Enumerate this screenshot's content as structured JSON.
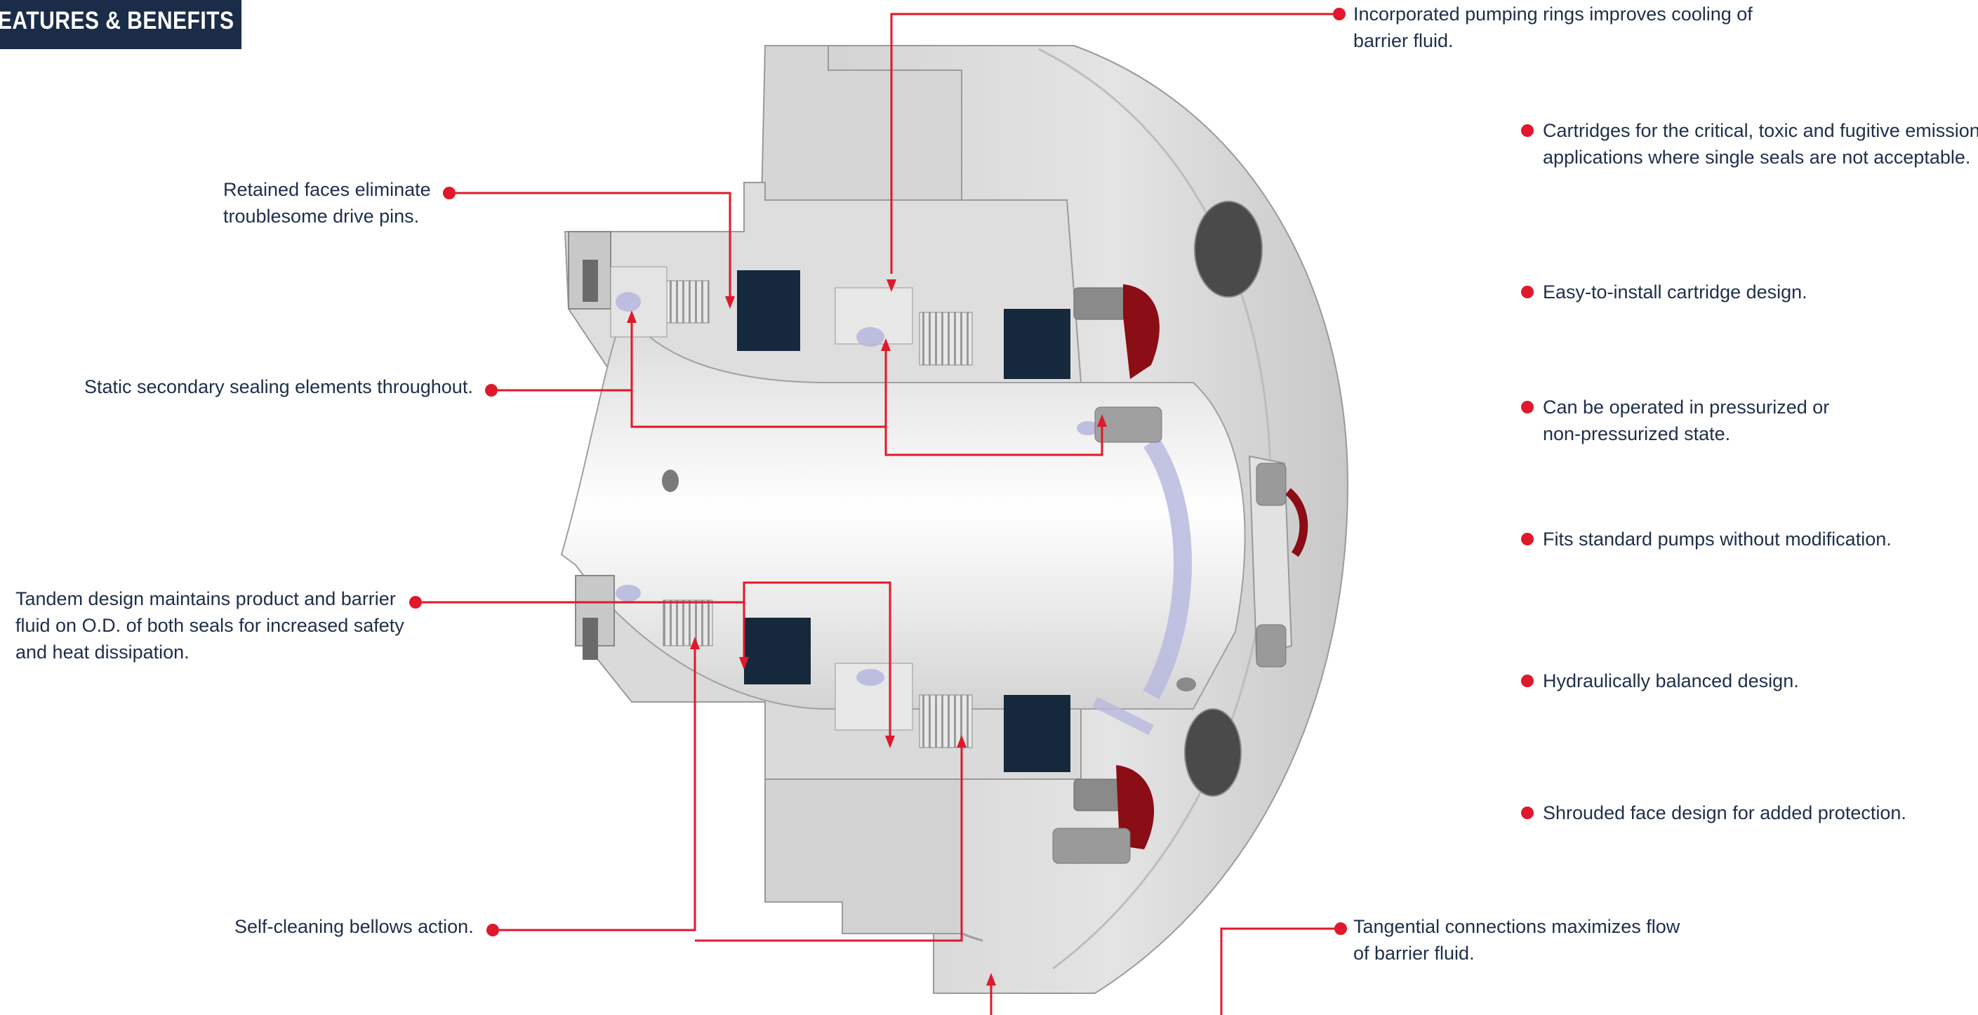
{
  "header": {
    "title": "FEATURES & BENEFITS"
  },
  "colors": {
    "header_bg": "#1b2c48",
    "accent_red": "#e0182b",
    "text": "#1e2f4a",
    "body_grey": "#dcdcdc",
    "seal_dark": "#15283c",
    "oring_red": "#8b0d15",
    "lavender": "#b8b8de"
  },
  "callouts": {
    "pumping_rings": [
      "Incorporated pumping rings improves cooling of",
      "barrier fluid."
    ],
    "retained_faces": [
      "Retained faces eliminate",
      "troublesome drive pins."
    ],
    "static_secondary": [
      "Static secondary sealing elements throughout."
    ],
    "tandem_design": [
      "Tandem design maintains product and barrier",
      "fluid on O.D. of both seals for increased safety",
      "and heat dissipation."
    ],
    "self_cleaning": [
      "Self-cleaning bellows action."
    ],
    "tangential": [
      "Tangential connections maximizes flow",
      "of barrier fluid."
    ]
  },
  "benefits": [
    [
      "Cartridges for the critical, toxic and fugitive emission",
      "applications where single seals are not acceptable."
    ],
    [
      "Easy-to-install cartridge design."
    ],
    [
      "Can be operated in pressurized or",
      "non-pressurized state."
    ],
    [
      "Fits standard pumps without modification."
    ],
    [
      "Hydraulically balanced design."
    ],
    [
      "Shrouded face design for added protection."
    ]
  ]
}
